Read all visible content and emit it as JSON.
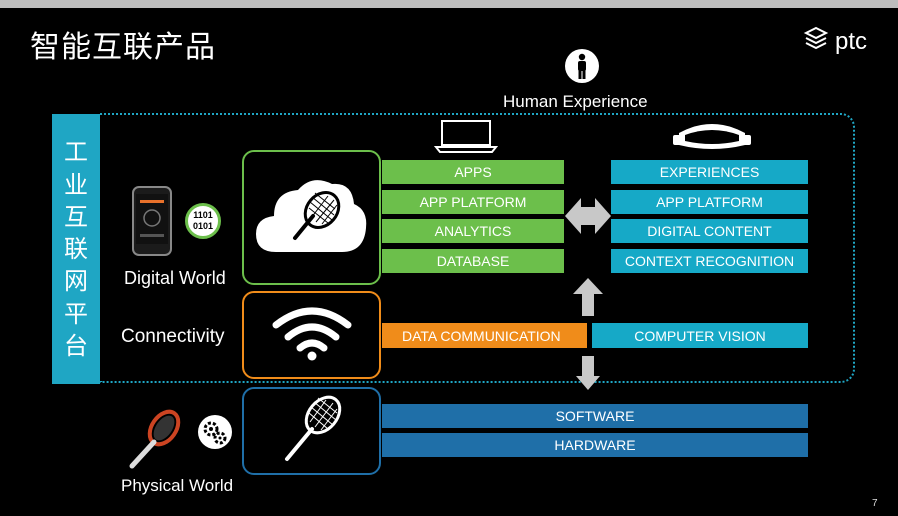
{
  "title": "智能互联产品",
  "logo": {
    "text": "ptc",
    "icon": "ptc-logo-icon"
  },
  "page_number": "7",
  "platform": {
    "chars": [
      "工",
      "业",
      "互",
      "联",
      "网",
      "平",
      "台"
    ]
  },
  "human_experience": {
    "label": "Human Experience",
    "icon": "person-icon"
  },
  "digital_world": {
    "label": "Digital World",
    "binary": [
      "1101",
      "0101"
    ],
    "icons": [
      "smartphone-icon",
      "binary-icon",
      "cloud-racket-icon"
    ]
  },
  "connectivity": {
    "label": "Connectivity",
    "icon": "wifi-icon"
  },
  "physical_world": {
    "label": "Physical World",
    "icons": [
      "racket-icon",
      "gears-icon",
      "racket-outline-icon"
    ]
  },
  "laptop_stack": [
    "APPS",
    "APP PLATFORM",
    "ANALYTICS",
    "DATABASE"
  ],
  "headset_stack": [
    "EXPERIENCES",
    "APP PLATFORM",
    "DIGITAL CONTENT",
    "CONTEXT RECOGNITION"
  ],
  "data_communication": "DATA COMMUNICATION",
  "computer_vision": "COMPUTER VISION",
  "physical_stack": [
    "SOFTWARE",
    "HARDWARE"
  ],
  "colors": {
    "green": "#6cbf4b",
    "cyan": "#16a9c7",
    "orange": "#f08c1a",
    "navy": "#1f6fa8",
    "platform": "#1fa6c4",
    "arrow": "#c8c8c8"
  }
}
